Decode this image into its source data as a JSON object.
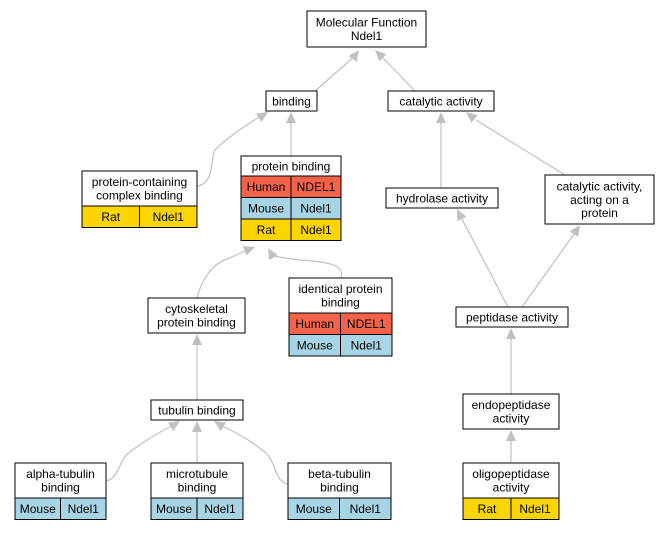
{
  "colors": {
    "Human": "#f4624a",
    "Mouse": "#a8d5e6",
    "Rat": "#fad500",
    "edge": "#c0c0c0"
  },
  "nodes": [
    {
      "id": "molecular-function",
      "lines": [
        "Molecular Function",
        "Ndel1"
      ],
      "rows": []
    },
    {
      "id": "binding",
      "lines": [
        "binding"
      ],
      "rows": []
    },
    {
      "id": "catalytic-activity",
      "lines": [
        "catalytic activity"
      ],
      "rows": []
    },
    {
      "id": "protein-containing-complex-binding",
      "lines": [
        "protein-containing",
        "complex binding"
      ],
      "rows": [
        {
          "species": "Rat",
          "gene": "Ndel1"
        }
      ]
    },
    {
      "id": "protein-binding",
      "lines": [
        "protein binding"
      ],
      "rows": [
        {
          "species": "Human",
          "gene": "NDEL1"
        },
        {
          "species": "Mouse",
          "gene": "Ndel1"
        },
        {
          "species": "Rat",
          "gene": "Ndel1"
        }
      ]
    },
    {
      "id": "hydrolase-activity",
      "lines": [
        "hydrolase activity"
      ],
      "rows": []
    },
    {
      "id": "catalytic-activity-acting-on-a-protein",
      "lines": [
        "catalytic activity,",
        "acting on a",
        "protein"
      ],
      "rows": []
    },
    {
      "id": "cytoskeletal-protein-binding",
      "lines": [
        "cytoskeletal",
        "protein binding"
      ],
      "rows": []
    },
    {
      "id": "identical-protein-binding",
      "lines": [
        "identical protein",
        "binding"
      ],
      "rows": [
        {
          "species": "Human",
          "gene": "NDEL1"
        },
        {
          "species": "Mouse",
          "gene": "Ndel1"
        }
      ]
    },
    {
      "id": "peptidase-activity",
      "lines": [
        "peptidase activity"
      ],
      "rows": []
    },
    {
      "id": "tubulin-binding",
      "lines": [
        "tubulin binding"
      ],
      "rows": []
    },
    {
      "id": "endopeptidase-activity",
      "lines": [
        "endopeptidase",
        "activity"
      ],
      "rows": []
    },
    {
      "id": "alpha-tubulin-binding",
      "lines": [
        "alpha-tubulin",
        "binding"
      ],
      "rows": [
        {
          "species": "Mouse",
          "gene": "Ndel1"
        }
      ]
    },
    {
      "id": "microtubule-binding",
      "lines": [
        "microtubule",
        "binding"
      ],
      "rows": [
        {
          "species": "Mouse",
          "gene": "Ndel1"
        }
      ]
    },
    {
      "id": "beta-tubulin-binding",
      "lines": [
        "beta-tubulin",
        "binding"
      ],
      "rows": [
        {
          "species": "Mouse",
          "gene": "Ndel1"
        }
      ]
    },
    {
      "id": "oligopeptidase-activity",
      "lines": [
        "oligopeptidase",
        "activity"
      ],
      "rows": [
        {
          "species": "Rat",
          "gene": "Ndel1"
        }
      ]
    }
  ],
  "edges": [
    {
      "from": "binding",
      "to": "molecular-function"
    },
    {
      "from": "catalytic-activity",
      "to": "molecular-function"
    },
    {
      "from": "protein-binding",
      "to": "binding"
    },
    {
      "from": "protein-containing-complex-binding",
      "to": "binding"
    },
    {
      "from": "hydrolase-activity",
      "to": "catalytic-activity"
    },
    {
      "from": "catalytic-activity-acting-on-a-protein",
      "to": "catalytic-activity"
    },
    {
      "from": "cytoskeletal-protein-binding",
      "to": "protein-binding"
    },
    {
      "from": "identical-protein-binding",
      "to": "protein-binding"
    },
    {
      "from": "peptidase-activity",
      "to": "hydrolase-activity"
    },
    {
      "from": "peptidase-activity",
      "to": "catalytic-activity-acting-on-a-protein"
    },
    {
      "from": "tubulin-binding",
      "to": "cytoskeletal-protein-binding"
    },
    {
      "from": "endopeptidase-activity",
      "to": "peptidase-activity"
    },
    {
      "from": "alpha-tubulin-binding",
      "to": "tubulin-binding"
    },
    {
      "from": "microtubule-binding",
      "to": "tubulin-binding"
    },
    {
      "from": "beta-tubulin-binding",
      "to": "tubulin-binding"
    },
    {
      "from": "oligopeptidase-activity",
      "to": "endopeptidase-activity"
    }
  ]
}
